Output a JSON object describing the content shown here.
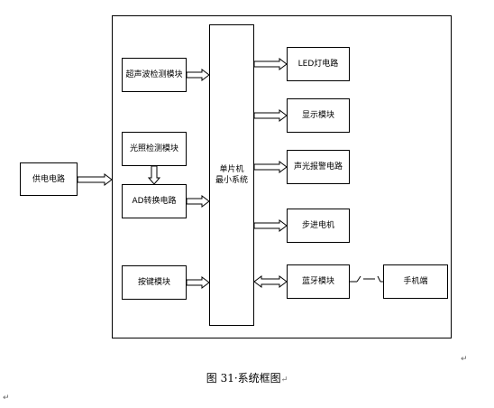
{
  "diagram": {
    "blocks": {
      "power": "供电电路",
      "ultrasonic": "超声波检测模块",
      "light": "光照检测模块",
      "ad": "AD转换电路",
      "keys": "按键模块",
      "mcu_line1": "单片机",
      "mcu_line2": "最小系统",
      "led": "LED灯电路",
      "display": "显示模块",
      "alarm": "声光报警电路",
      "motor": "步进电机",
      "bluetooth": "蓝牙模块",
      "phone": "手机端"
    },
    "caption": "图 31·系统框图",
    "paragraph_mark": "↵"
  }
}
